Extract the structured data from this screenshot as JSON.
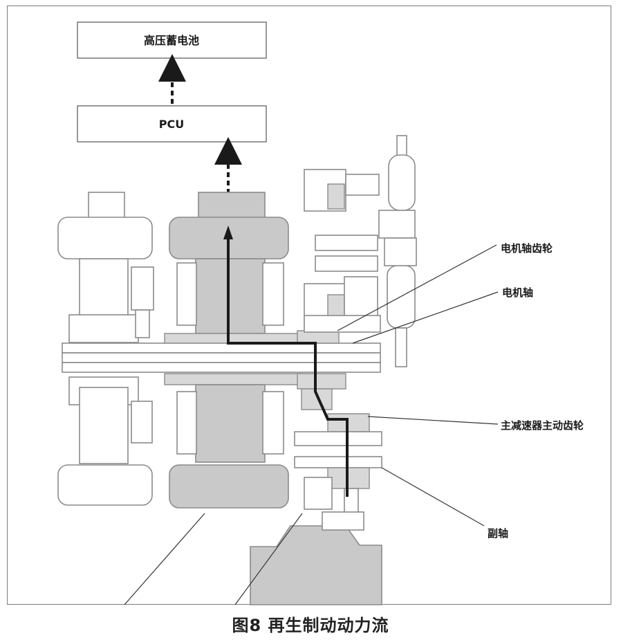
{
  "blocks": {
    "battery": "高压蓄电池",
    "pcu": "PCU"
  },
  "callouts": {
    "motor_shaft_gear": "电机轴齿轮",
    "motor_shaft": "电机轴",
    "final_drive_gear": "主减速器主动齿轮",
    "countershaft": "副轴"
  },
  "caption": "图8 再生制动动力流",
  "colors": {
    "flow_path": "#1a1a1a",
    "part_fill_dark": "#c9c9c9",
    "part_outline": "#8a8a8a"
  }
}
